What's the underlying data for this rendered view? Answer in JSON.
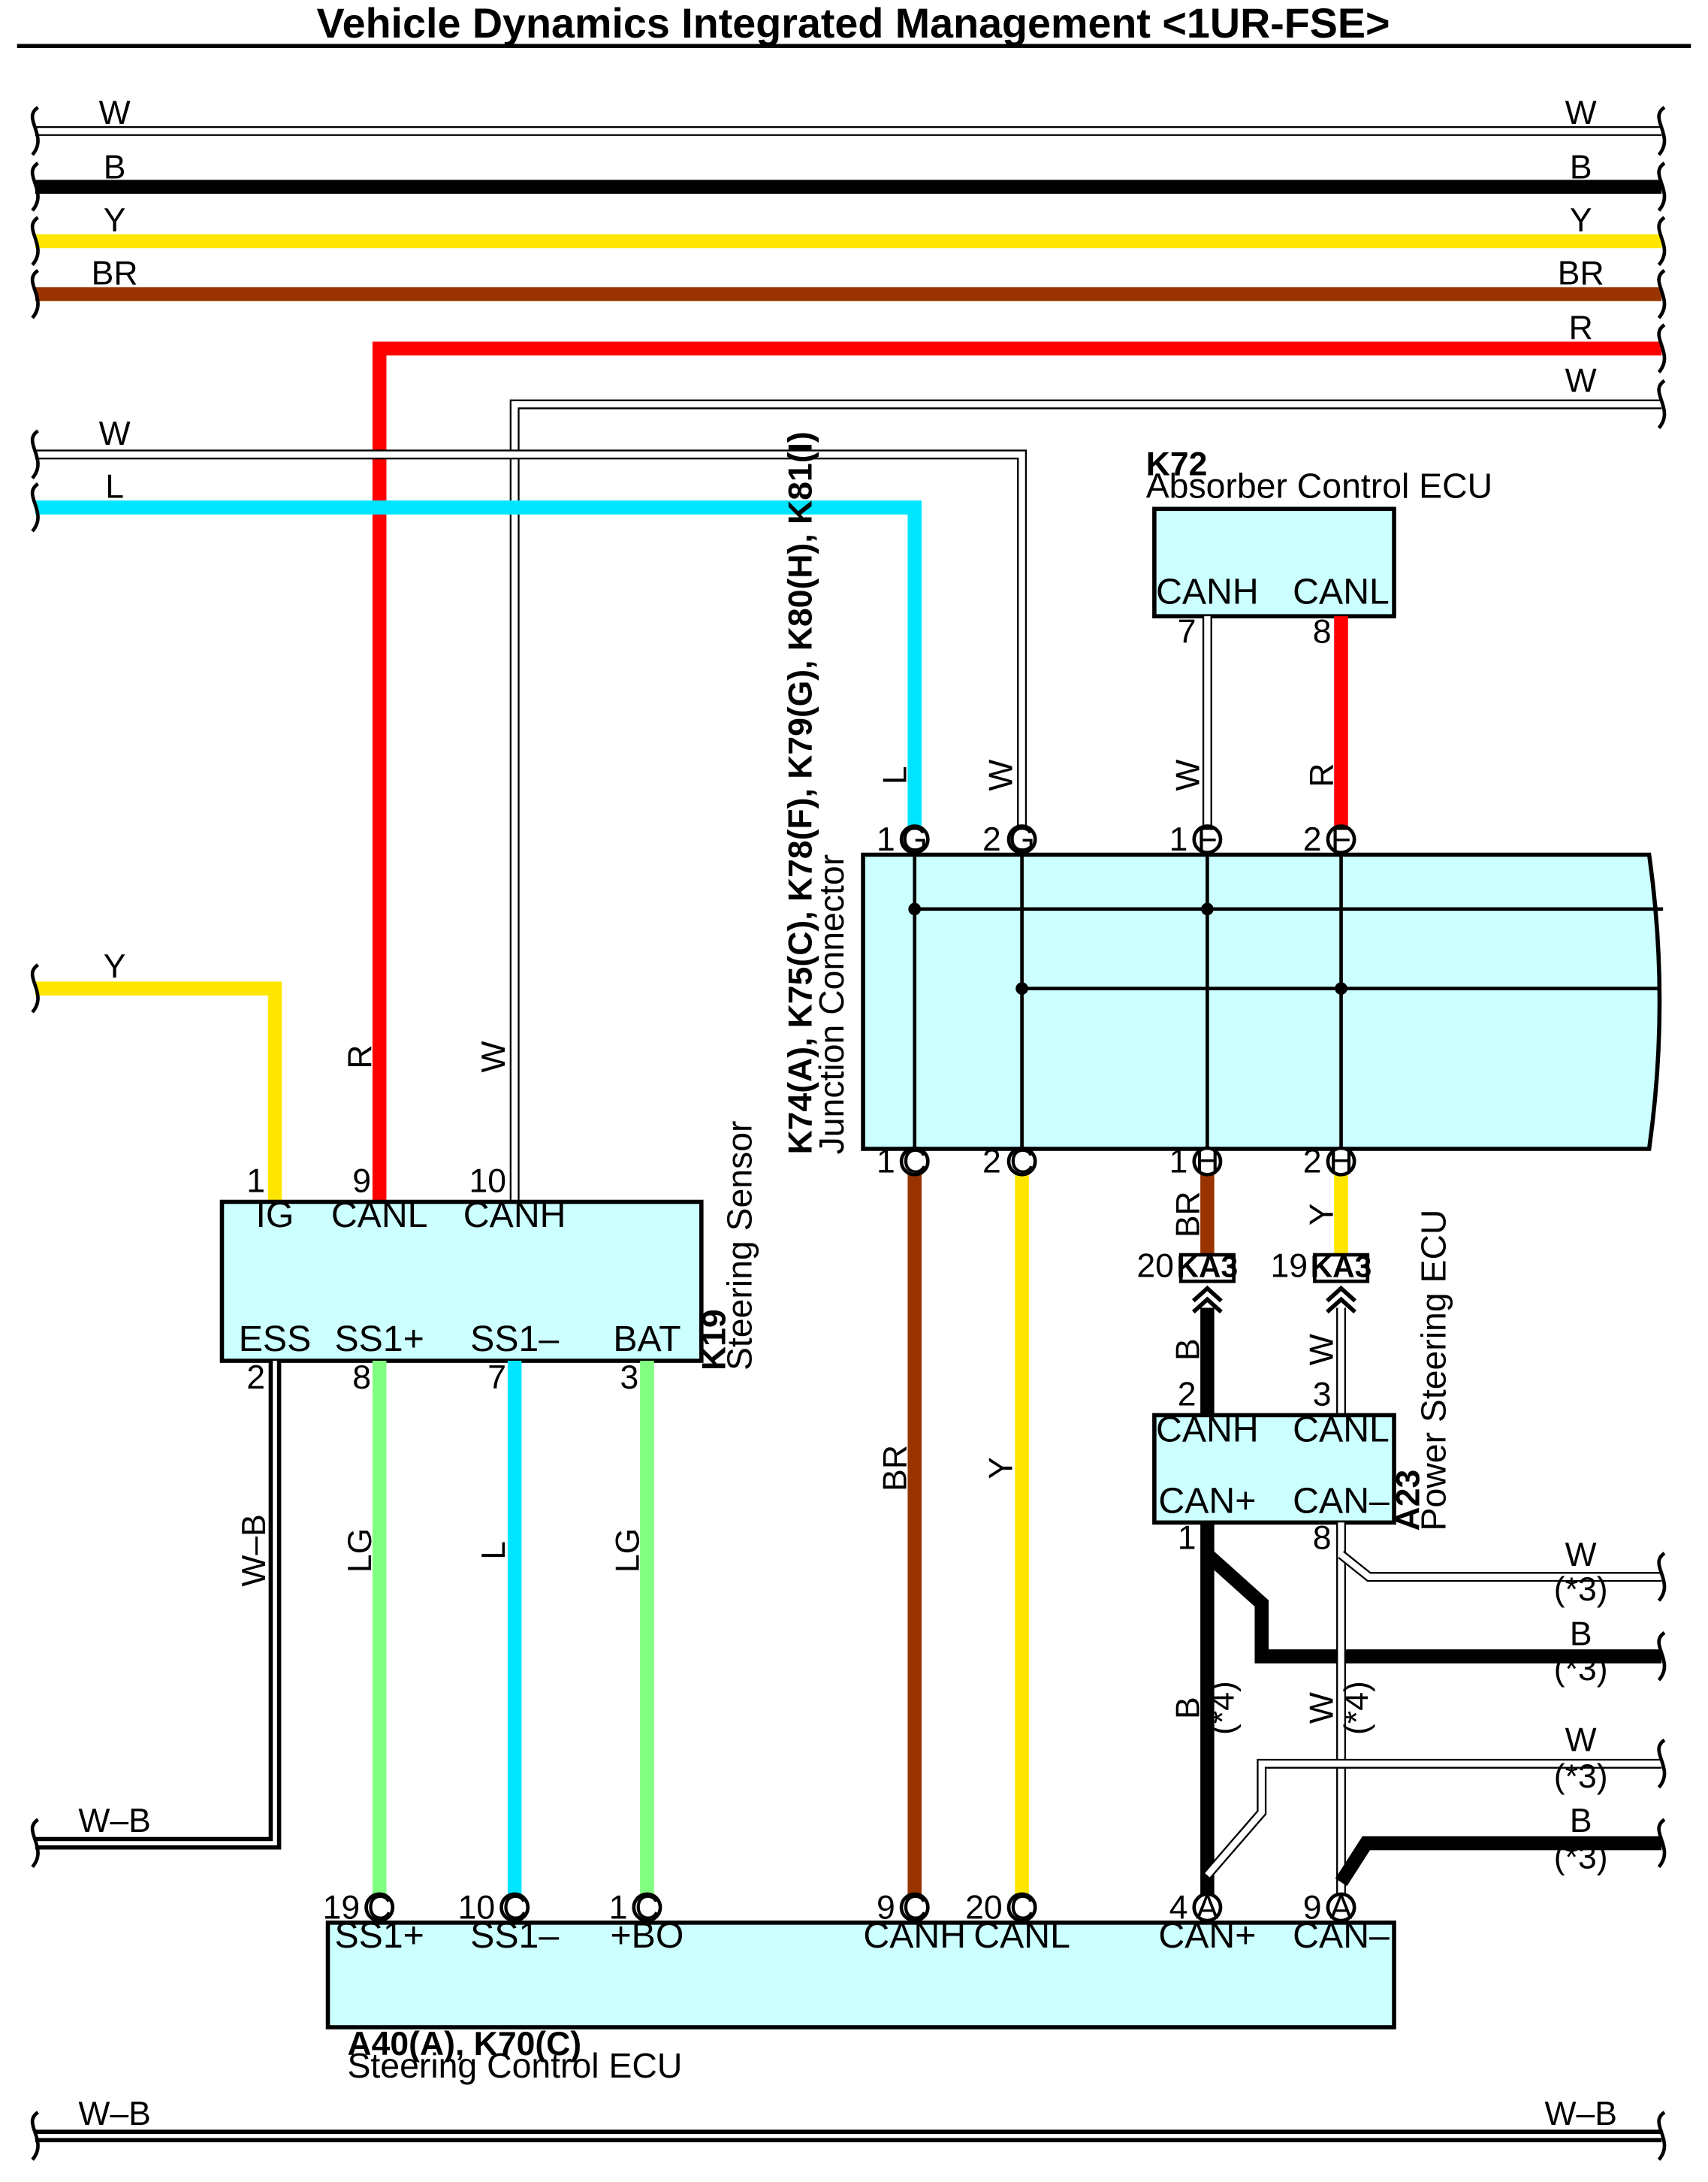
{
  "title": "Vehicle Dynamics Integrated Management <1UR-FSE>",
  "colors": {
    "W": "#ffffff",
    "B": "#000000",
    "Y": "#ffe600",
    "BR": "#993300",
    "R": "#ff0000",
    "L": "#00e5ff",
    "LG": "#80ff80",
    "W-B": "#ffffff",
    "box": "#ccffff"
  },
  "wire_labels": {
    "w": "W",
    "b": "B",
    "y": "Y",
    "br": "BR",
    "r": "R",
    "l": "L",
    "lg": "LG",
    "wb": "W–B",
    "note3": "(*3)",
    "note4": "(*4)"
  },
  "components": {
    "k72": {
      "id": "K72",
      "name": "Absorber Control ECU",
      "sig_canh": "CANH",
      "sig_canl": "CANL",
      "pin_canh": "7",
      "pin_canl": "8"
    },
    "jc": {
      "id": "K74(A), K75(C), K78(F), K79(G), K80(H), K81(I)",
      "name": "Junction Connector",
      "pin1": "1",
      "pin2": "2",
      "c_G": "G",
      "c_F": "F",
      "c_C": "C",
      "c_H": "H"
    },
    "k19": {
      "id": "K19",
      "name": "Steering Sensor",
      "sig_ig": "IG",
      "sig_canl": "CANL",
      "sig_canh": "CANH",
      "sig_ess": "ESS",
      "sig_ss1p": "SS1+",
      "sig_ss1m": "SS1–",
      "sig_bat": "BAT",
      "pin_ig": "1",
      "pin_canl": "9",
      "pin_canh": "10",
      "pin_ess": "2",
      "pin_ss1p": "8",
      "pin_ss1m": "7",
      "pin_bat": "3"
    },
    "a23": {
      "id": "A23",
      "name": "Power Steering ECU",
      "sig_canh": "CANH",
      "sig_canl": "CANL",
      "sig_canp": "CAN+",
      "sig_canm": "CAN–",
      "pin_canh": "2",
      "pin_canl": "3",
      "pin_canp": "1",
      "pin_canm": "8"
    },
    "ka3": {
      "id": "KA3",
      "pin_a": "20",
      "pin_b": "19"
    },
    "ecu": {
      "id": "A40(A), K70(C)",
      "name": "Steering Control ECU",
      "sig_ss1p": "SS1+",
      "sig_ss1m": "SS1–",
      "sig_bo": "+BO",
      "sig_canh": "CANH",
      "sig_canl": "CANL",
      "sig_canp": "CAN+",
      "sig_canm": "CAN–",
      "pin_19": "19",
      "pin_10": "10",
      "pin_1": "1",
      "pin_9": "9",
      "pin_20": "20",
      "pin_4": "4",
      "pin_9b": "9",
      "c_C": "C",
      "c_A": "A"
    }
  }
}
